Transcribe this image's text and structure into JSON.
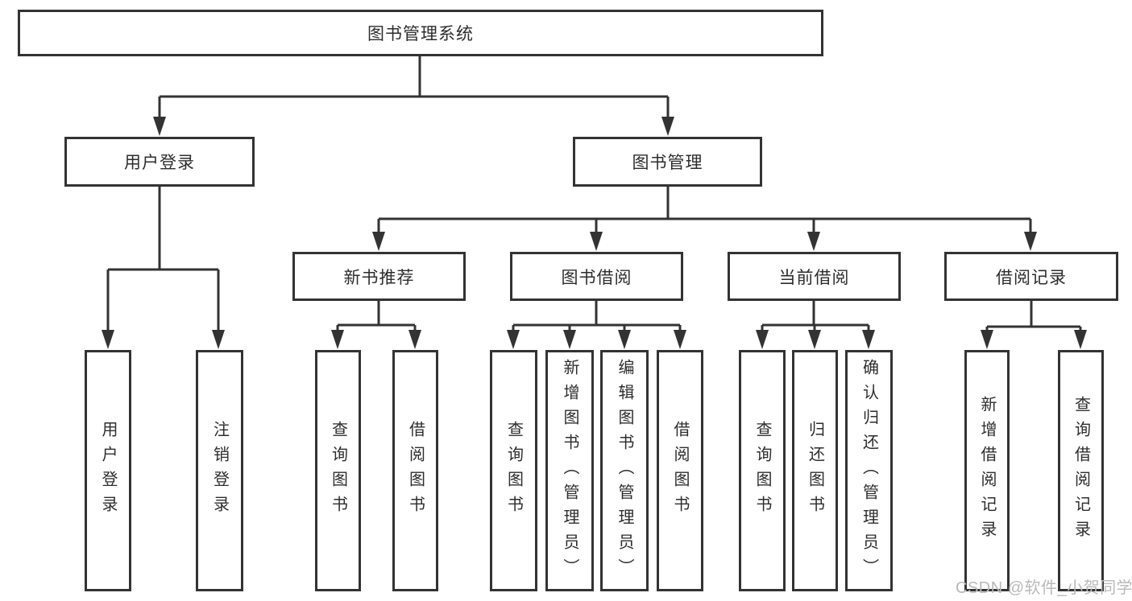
{
  "diagram": {
    "tree": {
      "label": "图书管理系统",
      "children": [
        {
          "label": "用户登录",
          "children": [
            {
              "label": "用户登录"
            },
            {
              "label": "注销登录"
            }
          ]
        },
        {
          "label": "图书管理",
          "children": [
            {
              "label": "新书推荐",
              "children": [
                {
                  "label": "查询图书"
                },
                {
                  "label": "借阅图书"
                }
              ]
            },
            {
              "label": "图书借阅",
              "children": [
                {
                  "label": "查询图书"
                },
                {
                  "label": "新增图书（管理员）"
                },
                {
                  "label": "编辑图书（管理员）"
                },
                {
                  "label": "借阅图书"
                }
              ]
            },
            {
              "label": "当前借阅",
              "children": [
                {
                  "label": "查询图书"
                },
                {
                  "label": "归还图书"
                },
                {
                  "label": "确认归还（管理员）"
                }
              ]
            },
            {
              "label": "借阅记录",
              "children": [
                {
                  "label": "新增借阅记录"
                },
                {
                  "label": "查询借阅记录"
                }
              ]
            }
          ]
        }
      ]
    },
    "watermark": "CSDN @软件_小贺同学",
    "colors": {
      "line": "#333333",
      "text": "#2d2d2d",
      "watermark": "#b9b9b9",
      "background": "#ffffff"
    }
  }
}
